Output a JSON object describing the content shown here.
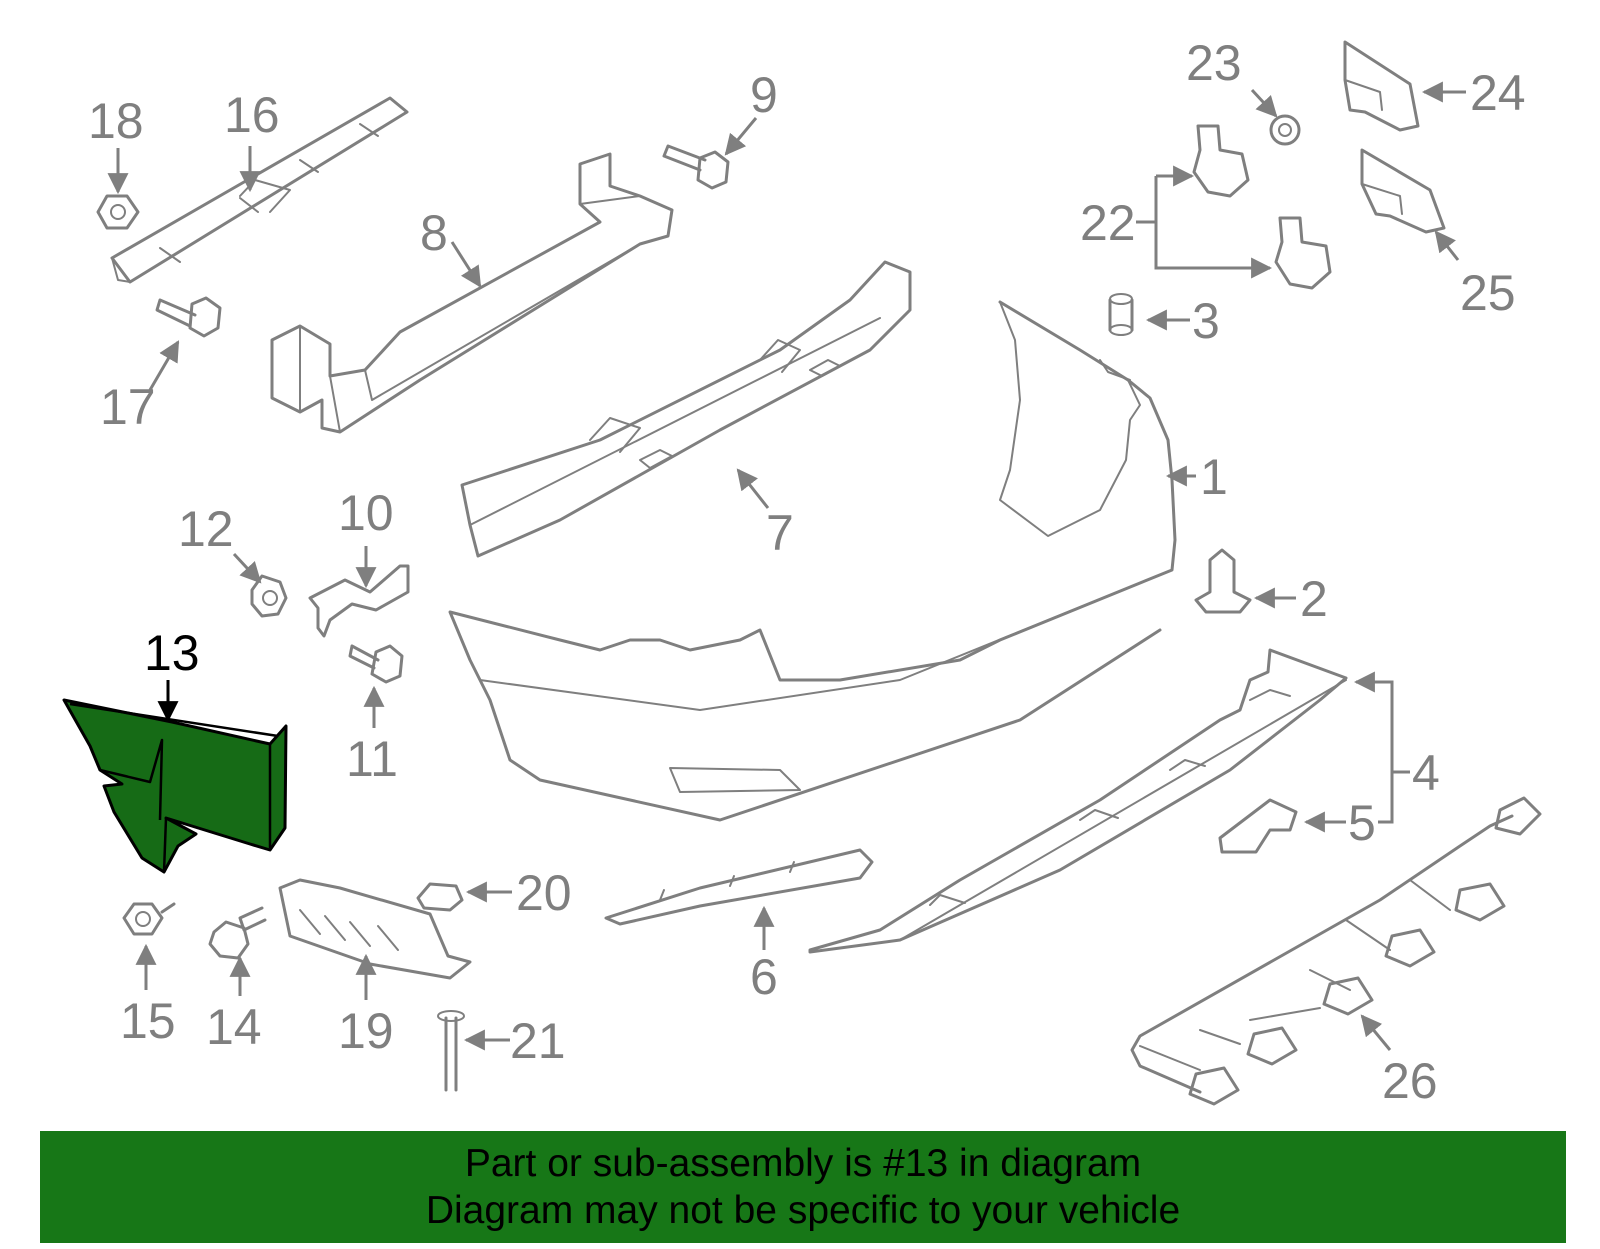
{
  "diagram": {
    "highlight_color": "#166b16",
    "callout_color": "#7f7f7f",
    "highlighted_callout": "13",
    "callouts": {
      "c1": "1",
      "c2": "2",
      "c3": "3",
      "c4": "4",
      "c5": "5",
      "c6": "6",
      "c7": "7",
      "c8": "8",
      "c9": "9",
      "c10": "10",
      "c11": "11",
      "c12": "12",
      "c13": "13",
      "c14": "14",
      "c15": "15",
      "c16": "16",
      "c17": "17",
      "c18": "18",
      "c19": "19",
      "c20": "20",
      "c21": "21",
      "c22": "22",
      "c23": "23",
      "c24": "24",
      "c25": "25",
      "c26": "26"
    }
  },
  "footer": {
    "background": "#177717",
    "line1": "Part or sub-assembly is #13 in diagram",
    "line2": "Diagram may not be specific to your vehicle"
  }
}
